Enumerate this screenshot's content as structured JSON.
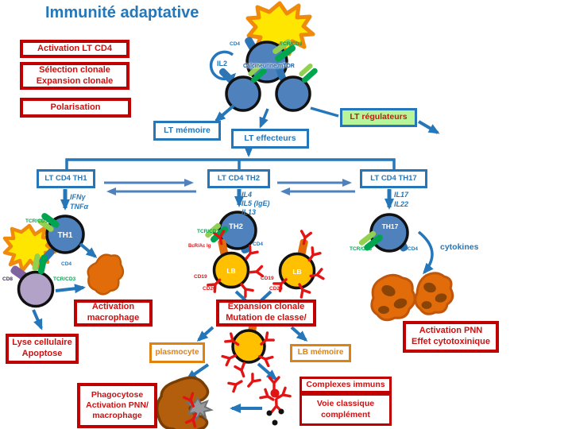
{
  "title": "Immunité adaptative",
  "colors": {
    "title": "#2577b9",
    "red_box": "#c00000",
    "blue_box": "#2577b9",
    "green_box_fill": "#b8f59a",
    "orange_box": "#e0820f",
    "tcr_green": "#00a550",
    "cell_blue": "#4f81bd",
    "b_cell_yellow": "#ffc000",
    "dendritic_yellow": "#ffe600",
    "macrophage_orange": "#e36c0a",
    "antibody_red": "#e31414",
    "ctl_purple": "#b3a2c7"
  },
  "process": {
    "activation": "Activation LT CD4",
    "selection_l1": "Sélection clonale",
    "selection_l2": "Expansion clonale",
    "polarisation": "Polarisation"
  },
  "fates": {
    "memoire": "LT mémoire",
    "effecteurs": "LT effecteurs",
    "regulateurs": "LT régulateurs"
  },
  "labels": {
    "cd4": "CD4",
    "tcr_cd3": "TCR/CD3",
    "cd8": "CD8",
    "cd19": "CD19",
    "cd20": "CD20",
    "bcr": "BcR/Ac Ig",
    "il2": "IL2",
    "signaling": "Calcineurine,mTOR",
    "cytokines": "cytokines",
    "lb": "LB"
  },
  "th1": {
    "box": "LT CD4 TH1",
    "cyt1": "IFNγ",
    "cyt2": "TNFα",
    "cell": "TH1",
    "activation_l1": "Activation",
    "activation_l2": "macrophage",
    "lyse_l1": "Lyse cellulaire",
    "lyse_l2": "Apoptose",
    "phago_l1": "Phagocytose",
    "phago_l2": "Activation PNN/",
    "phago_l3": "macrophage"
  },
  "th2": {
    "box": "LT CD4 TH2",
    "cyt1": "IL4",
    "cyt2": "IL5 (IgE)",
    "cyt3": "IL13",
    "cell": "TH2",
    "expansion_l1": "Expansion clonale",
    "expansion_l2": "Mutation de classe/",
    "plasmocyte": "plasmocyte",
    "lb_memoire": "LB mémoire",
    "complexes": "Complexes immuns",
    "voie_l1": "Voie classique",
    "voie_l2": "complément"
  },
  "th17": {
    "box": "LT CD4 TH17",
    "cyt1": "IL17",
    "cyt2": "IL22",
    "cell": "TH17",
    "pnn_l1": "Activation PNN",
    "pnn_l2": "Effet cytotoxinique"
  }
}
